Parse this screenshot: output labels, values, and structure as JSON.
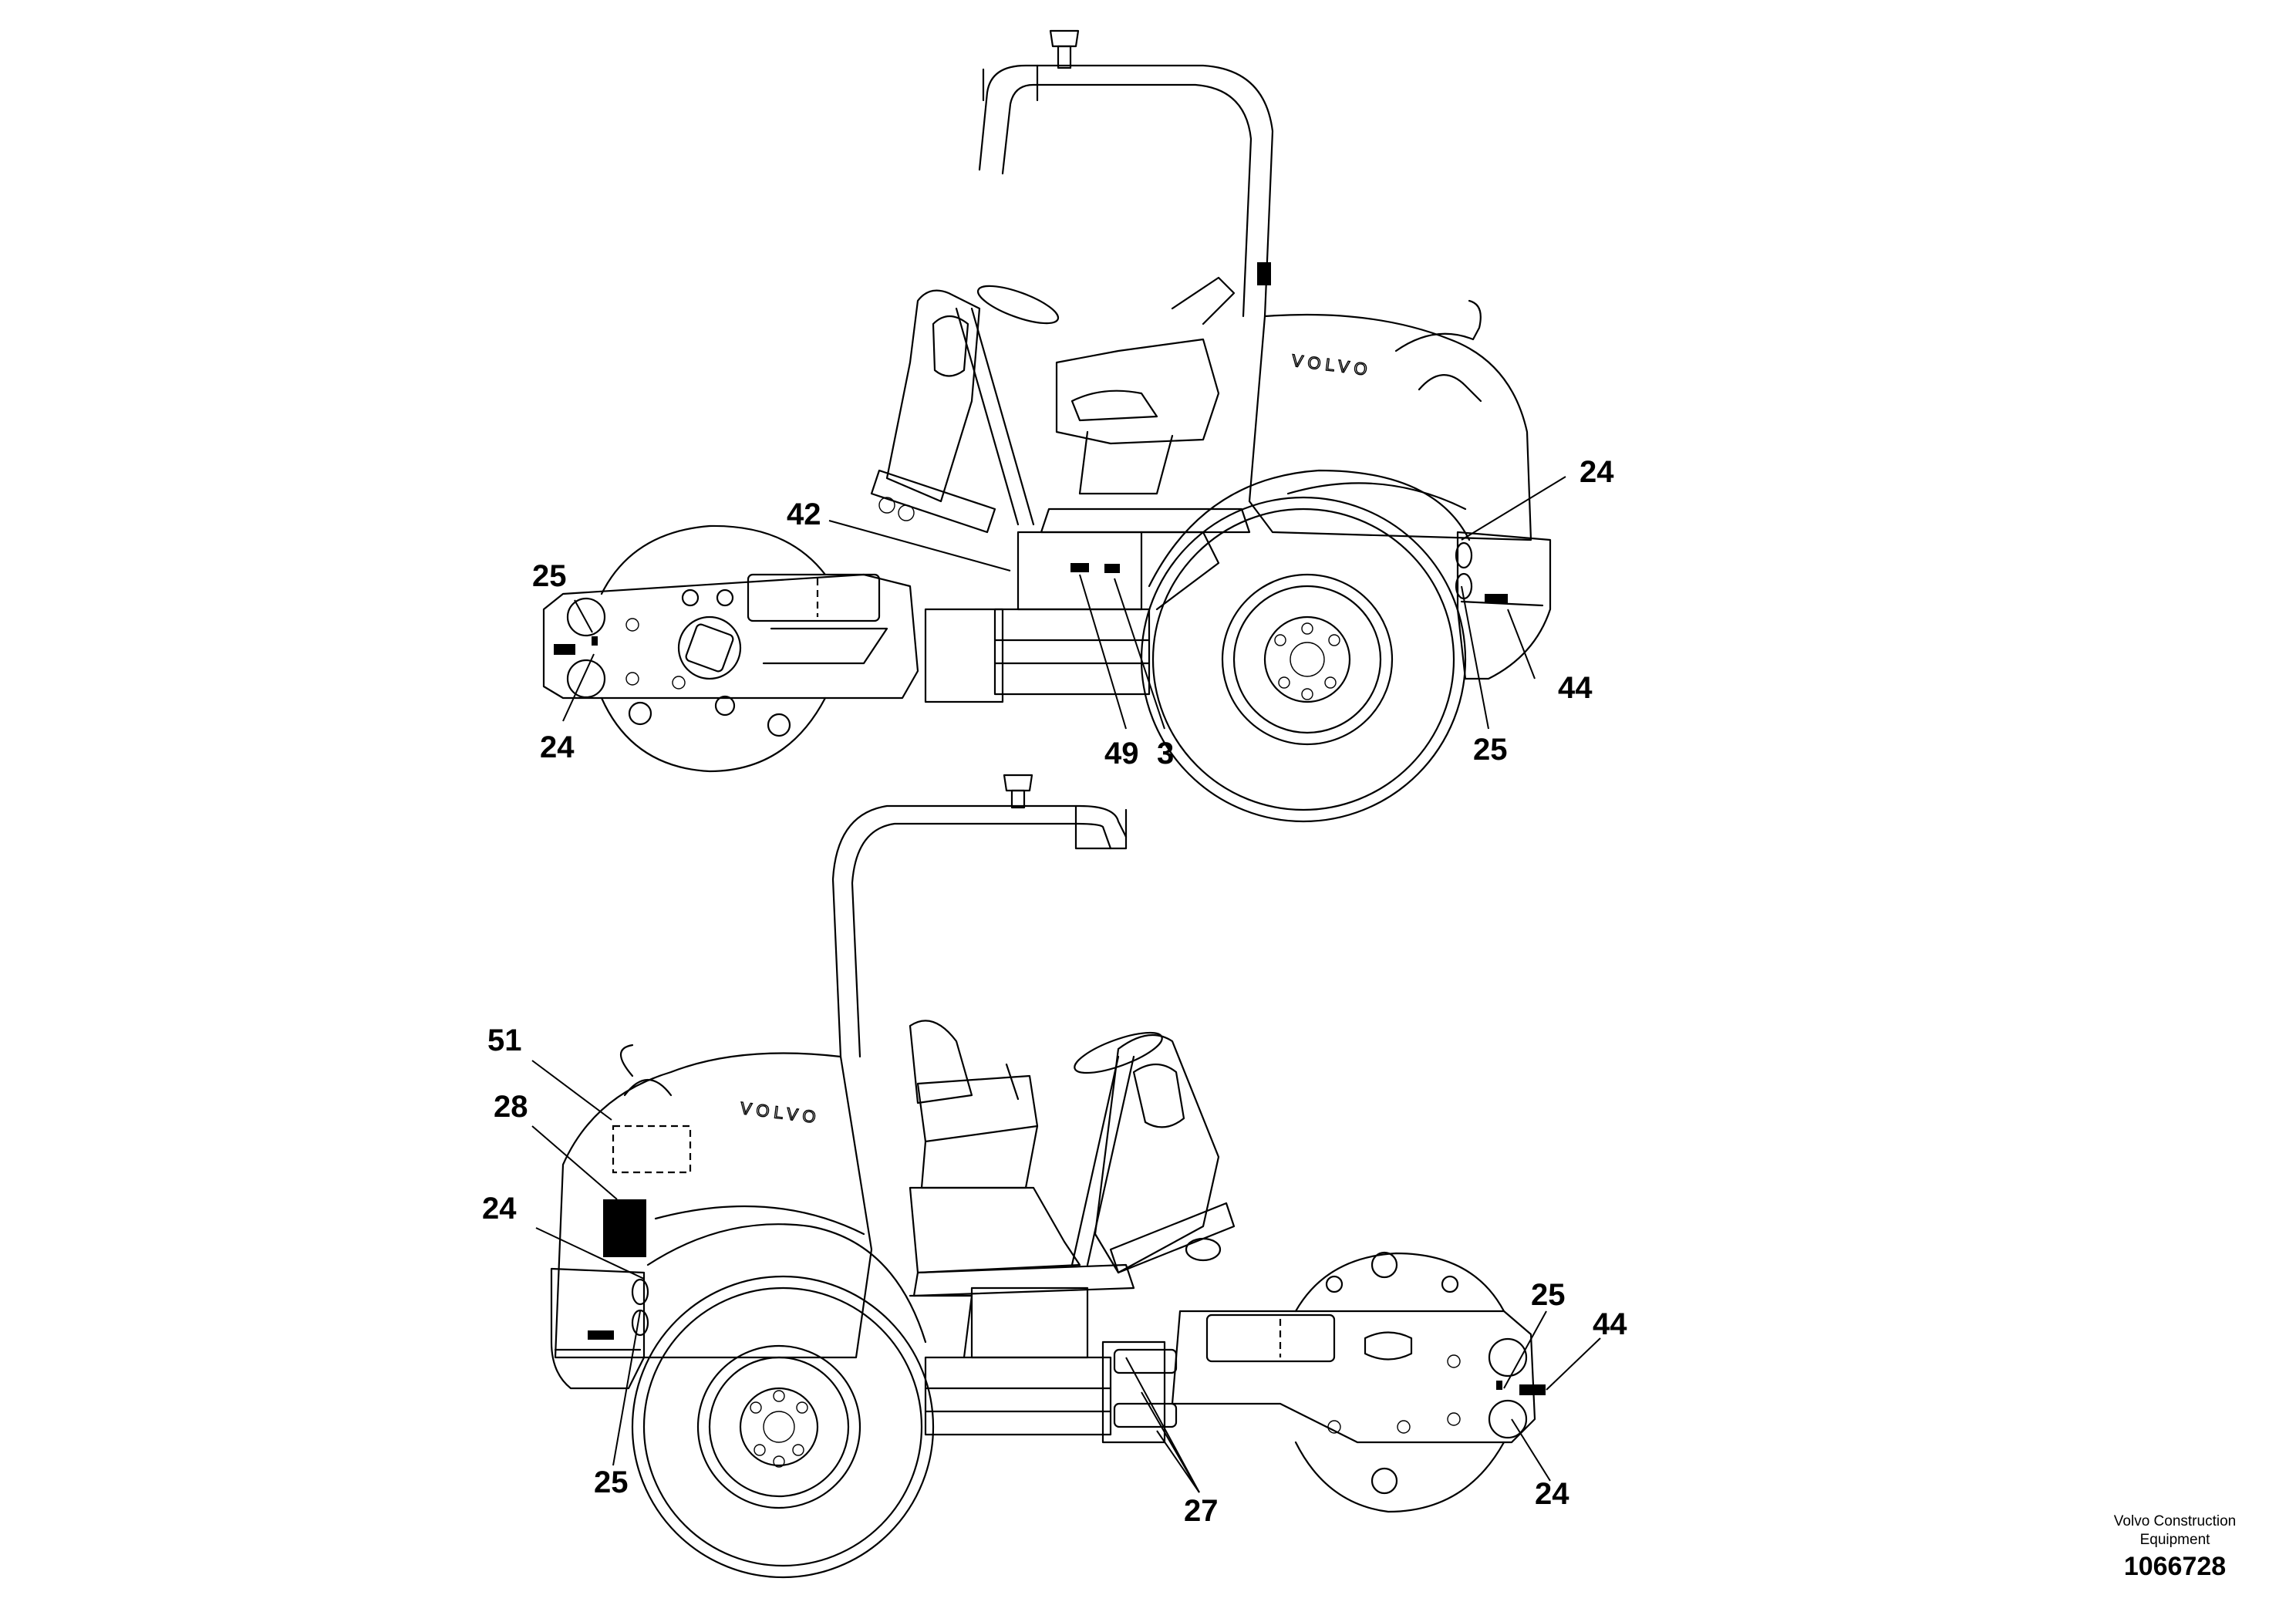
{
  "drawing": {
    "brand_mark": "VOLVO",
    "credit_line1": "Volvo Construction",
    "credit_line2": "Equipment",
    "document_number": "1066728"
  },
  "top_view": {
    "callouts": [
      "24",
      "42",
      "25",
      "44",
      "24",
      "49",
      "3",
      "25"
    ]
  },
  "bottom_view": {
    "callouts": [
      "51",
      "28",
      "24",
      "25",
      "44",
      "25",
      "24",
      "27"
    ]
  }
}
